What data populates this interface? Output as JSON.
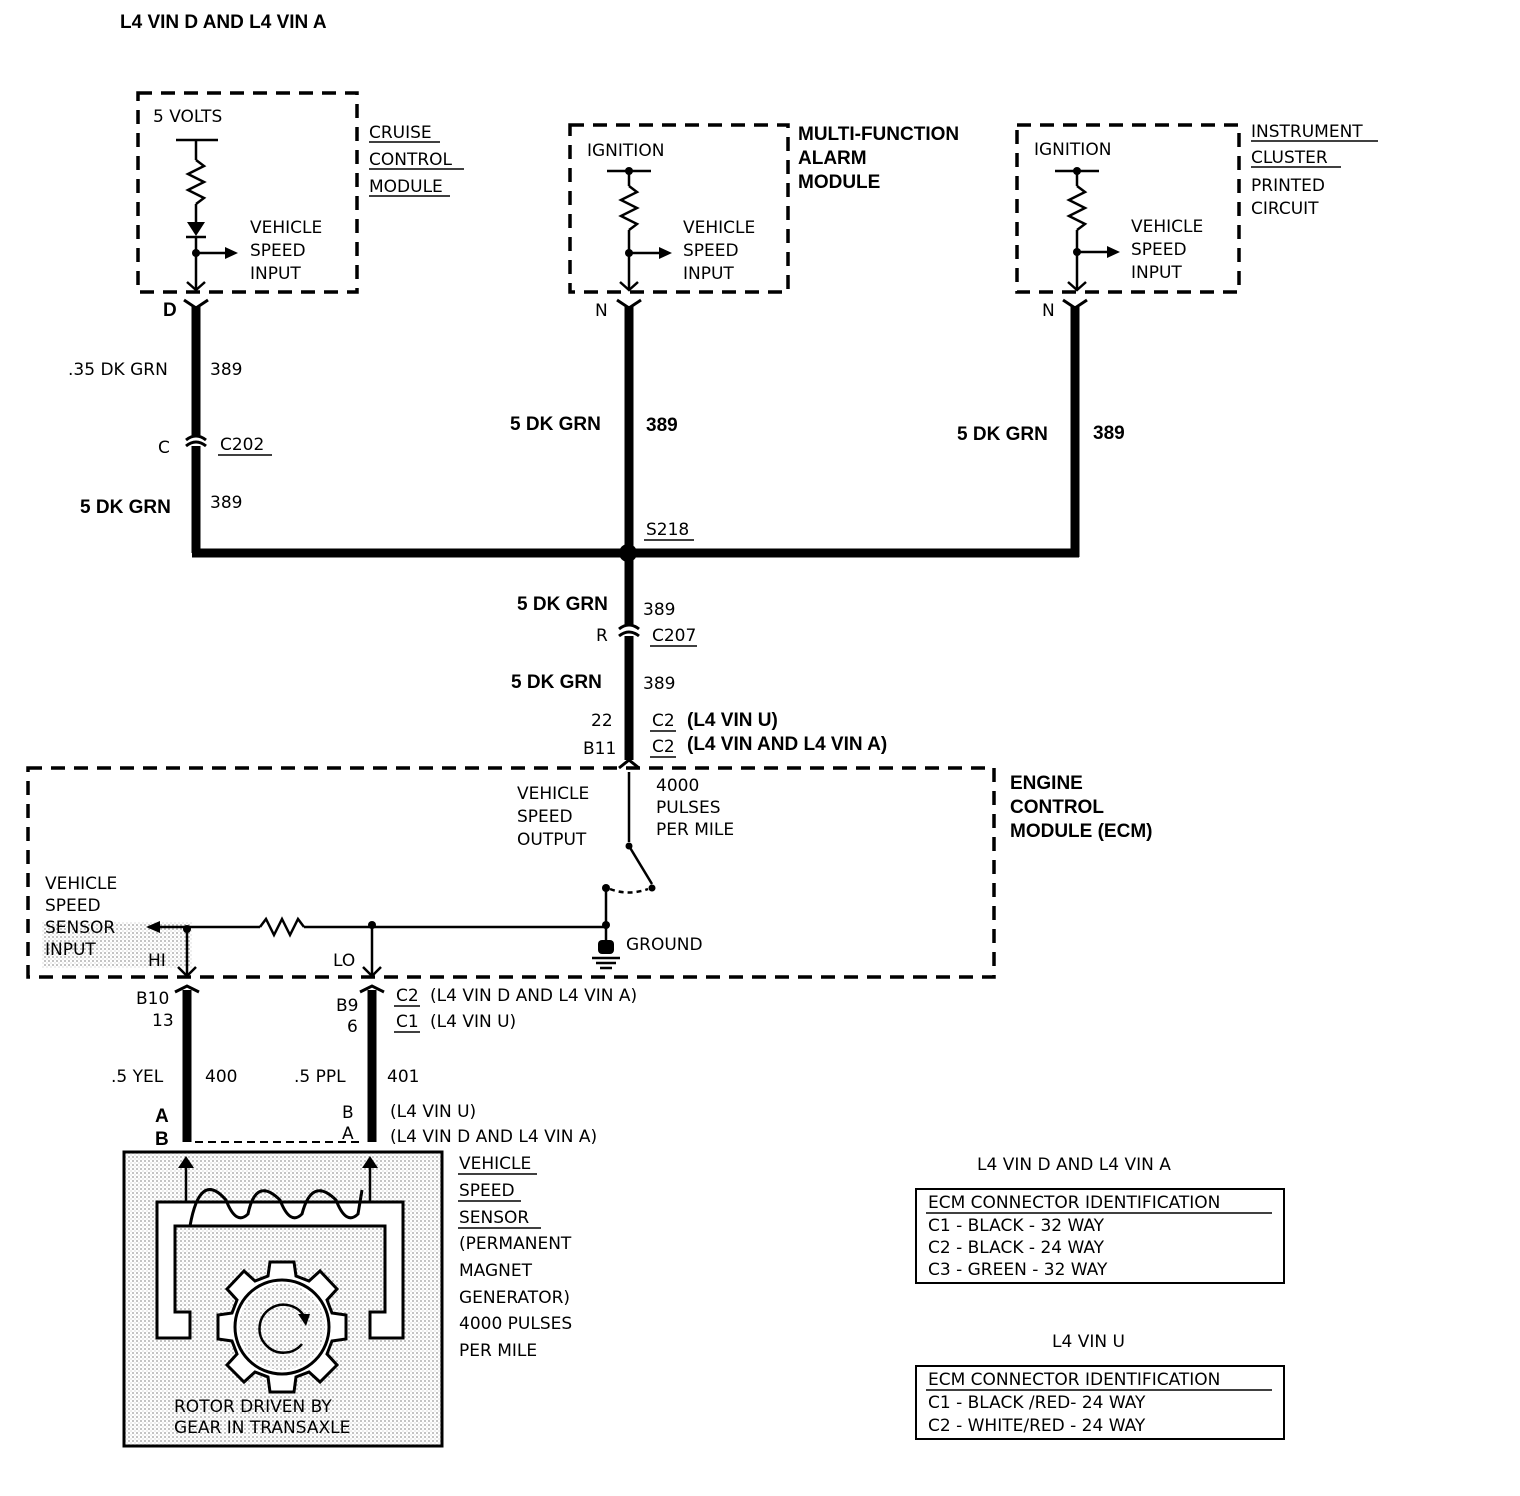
{
  "title": "L4 VIN D AND L4 VIN A",
  "cruise": {
    "supply": "5 VOLTS",
    "input": [
      "VEHICLE",
      "SPEED",
      "INPUT"
    ],
    "name": [
      "CRUISE",
      "CONTROL",
      "MODULE"
    ],
    "pin": "D"
  },
  "alarm": {
    "supply": "IGNITION",
    "input": [
      "VEHICLE",
      "SPEED",
      "INPUT"
    ],
    "name": [
      "MULTI-FUNCTION",
      "ALARM",
      "MODULE"
    ],
    "pin": "N"
  },
  "cluster": {
    "supply": "IGNITION",
    "input": [
      "VEHICLE",
      "SPEED",
      "INPUT"
    ],
    "name": [
      "INSTRUMENT",
      "CLUSTER",
      "PRINTED",
      "CIRCUIT"
    ],
    "pin": "N"
  },
  "wires": {
    "cruise_upper_gauge": ".35 DK GRN",
    "cruise_upper_circuit": "389",
    "c202_pin": "C",
    "c202": "C202",
    "cruise_lower_gauge": "5 DK GRN",
    "cruise_lower_circuit": "389",
    "alarm_gauge": "5 DK GRN",
    "alarm_circuit": "389",
    "cluster_gauge": "5 DK GRN",
    "cluster_circuit": "389",
    "splice": "S218",
    "mid_gauge": "5 DK GRN",
    "mid_circuit": "389",
    "c207_pin": "R",
    "c207": "C207",
    "low_gauge": "5 DK GRN",
    "low_circuit": "389",
    "ecm_pin_u": "22",
    "ecm_pin_da": "B11",
    "ecm_conn_u": "C2",
    "ecm_conn_u_note": "(L4 VIN U)",
    "ecm_conn_da": "C2",
    "ecm_conn_da_note": "(L4 VIN  AND L4 VIN A)"
  },
  "ecm": {
    "name": [
      "ENGINE",
      "CONTROL",
      "MODULE (ECM)"
    ],
    "output": [
      "VEHICLE",
      "SPEED",
      "OUTPUT"
    ],
    "pulses": [
      "4000",
      "PULSES",
      "PER MILE"
    ],
    "sensor_input": [
      "VEHICLE",
      "SPEED",
      "SENSOR",
      "INPUT"
    ],
    "ground": "GROUND",
    "hi": "HI",
    "lo": "LO"
  },
  "sensor_wires": {
    "hi_pin_da": "B10",
    "hi_pin_u": "13",
    "lo_pin_da": "B9",
    "lo_pin_u": "6",
    "conn_da": "C2",
    "conn_da_note": "(L4 VIN D AND L4 VIN A)",
    "conn_u": "C1",
    "conn_u_note": "(L4 VIN U)",
    "yel_gauge": ".5 YEL",
    "yel_circuit": "400",
    "ppl_gauge": ".5 PPL",
    "ppl_circuit": "401",
    "vss_pin_a": "A",
    "vss_pin_b": "B",
    "vss_pin_b2": "B",
    "vss_pin_a2": "A",
    "vss_note_u": "(L4 VIN U)",
    "vss_note_da": "(L4 VIN D AND L4 VIN A)"
  },
  "vss": {
    "name": [
      "VEHICLE",
      "SPEED",
      "SENSOR"
    ],
    "desc": [
      "(PERMANENT",
      "MAGNET",
      "GENERATOR)",
      "4000 PULSES",
      "PER MILE"
    ],
    "rotor": [
      "ROTOR DRIVEN BY",
      "GEAR IN TRANSAXLE"
    ]
  },
  "table_da": {
    "title": "L4 VIN D AND L4 VIN A",
    "header": "ECM CONNECTOR IDENTIFICATION",
    "rows": [
      "C1 - BLACK - 32 WAY",
      "C2 - BLACK - 24 WAY",
      "C3 - GREEN - 32 WAY"
    ]
  },
  "table_u": {
    "title": "L4 VIN U",
    "header": "ECM CONNECTOR IDENTIFICATION",
    "rows": [
      "C1 - BLACK /RED- 24 WAY",
      "C2 - WHITE/RED - 24 WAY"
    ]
  }
}
